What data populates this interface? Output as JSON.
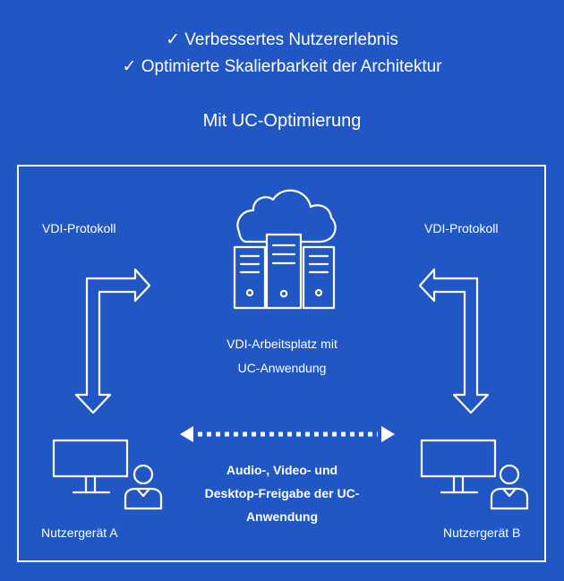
{
  "header": {
    "benefit_1": "✓ Verbessertes Nutzererlebnis",
    "benefit_2": "✓ Optimierte Skalierbarkeit der Architektur",
    "title": "Mit UC-Optimierung"
  },
  "diagram": {
    "protocol_left": "VDI-Protokoll",
    "protocol_right": "VDI-Protokoll",
    "server_label_line1": "VDI-Arbeitsplatz mit",
    "server_label_line2": "UC-Anwendung",
    "media_line1": "Audio-, Video- und",
    "media_line2": "Desktop-Freigabe der UC-",
    "media_line3": "Anwendung",
    "device_a": "Nutzergerät A",
    "device_b": "Nutzergerät B"
  },
  "colors": {
    "background": "#2157c4",
    "foreground": "#ffffff"
  },
  "icons": [
    "cloud-icon",
    "server-rack-icon",
    "monitor-icon",
    "user-icon",
    "elbow-arrow-icon",
    "double-arrow-icon"
  ]
}
